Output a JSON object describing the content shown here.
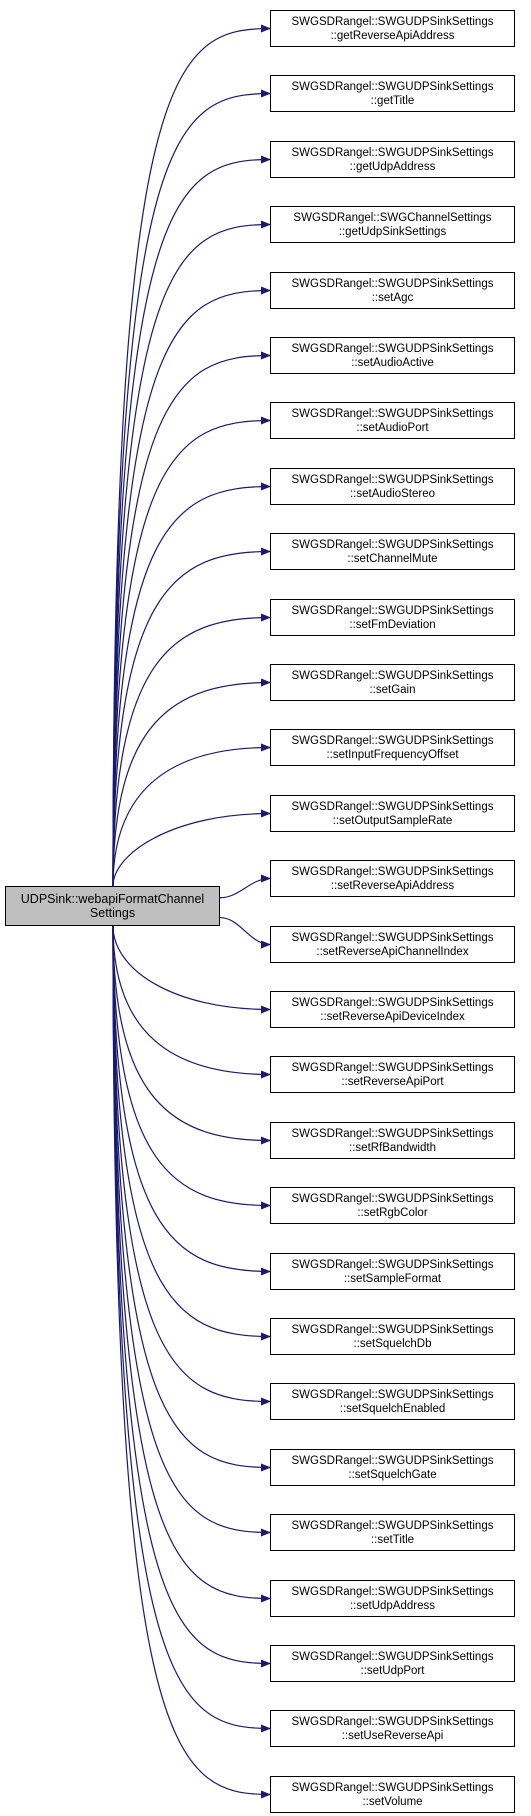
{
  "diagram": {
    "type": "call-graph",
    "edge_color": "#191970",
    "root": {
      "line1": "UDPSink::webapiFormatChannel",
      "line2": "Settings"
    },
    "callees": [
      {
        "line1": "SWGSDRangel::SWGUDPSinkSettings",
        "line2": "::getReverseApiAddress"
      },
      {
        "line1": "SWGSDRangel::SWGUDPSinkSettings",
        "line2": "::getTitle"
      },
      {
        "line1": "SWGSDRangel::SWGUDPSinkSettings",
        "line2": "::getUdpAddress"
      },
      {
        "line1": "SWGSDRangel::SWGChannelSettings",
        "line2": "::getUdpSinkSettings"
      },
      {
        "line1": "SWGSDRangel::SWGUDPSinkSettings",
        "line2": "::setAgc"
      },
      {
        "line1": "SWGSDRangel::SWGUDPSinkSettings",
        "line2": "::setAudioActive"
      },
      {
        "line1": "SWGSDRangel::SWGUDPSinkSettings",
        "line2": "::setAudioPort"
      },
      {
        "line1": "SWGSDRangel::SWGUDPSinkSettings",
        "line2": "::setAudioStereo"
      },
      {
        "line1": "SWGSDRangel::SWGUDPSinkSettings",
        "line2": "::setChannelMute"
      },
      {
        "line1": "SWGSDRangel::SWGUDPSinkSettings",
        "line2": "::setFmDeviation"
      },
      {
        "line1": "SWGSDRangel::SWGUDPSinkSettings",
        "line2": "::setGain"
      },
      {
        "line1": "SWGSDRangel::SWGUDPSinkSettings",
        "line2": "::setInputFrequencyOffset"
      },
      {
        "line1": "SWGSDRangel::SWGUDPSinkSettings",
        "line2": "::setOutputSampleRate"
      },
      {
        "line1": "SWGSDRangel::SWGUDPSinkSettings",
        "line2": "::setReverseApiAddress"
      },
      {
        "line1": "SWGSDRangel::SWGUDPSinkSettings",
        "line2": "::setReverseApiChannelIndex"
      },
      {
        "line1": "SWGSDRangel::SWGUDPSinkSettings",
        "line2": "::setReverseApiDeviceIndex"
      },
      {
        "line1": "SWGSDRangel::SWGUDPSinkSettings",
        "line2": "::setReverseApiPort"
      },
      {
        "line1": "SWGSDRangel::SWGUDPSinkSettings",
        "line2": "::setRfBandwidth"
      },
      {
        "line1": "SWGSDRangel::SWGUDPSinkSettings",
        "line2": "::setRgbColor"
      },
      {
        "line1": "SWGSDRangel::SWGUDPSinkSettings",
        "line2": "::setSampleFormat"
      },
      {
        "line1": "SWGSDRangel::SWGUDPSinkSettings",
        "line2": "::setSquelchDb"
      },
      {
        "line1": "SWGSDRangel::SWGUDPSinkSettings",
        "line2": "::setSquelchEnabled"
      },
      {
        "line1": "SWGSDRangel::SWGUDPSinkSettings",
        "line2": "::setSquelchGate"
      },
      {
        "line1": "SWGSDRangel::SWGUDPSinkSettings",
        "line2": "::setTitle"
      },
      {
        "line1": "SWGSDRangel::SWGUDPSinkSettings",
        "line2": "::setUdpAddress"
      },
      {
        "line1": "SWGSDRangel::SWGUDPSinkSettings",
        "line2": "::setUdpPort"
      },
      {
        "line1": "SWGSDRangel::SWGUDPSinkSettings",
        "line2": "::setUseReverseApi"
      },
      {
        "line1": "SWGSDRangel::SWGUDPSinkSettings",
        "line2": "::setVolume"
      }
    ]
  }
}
